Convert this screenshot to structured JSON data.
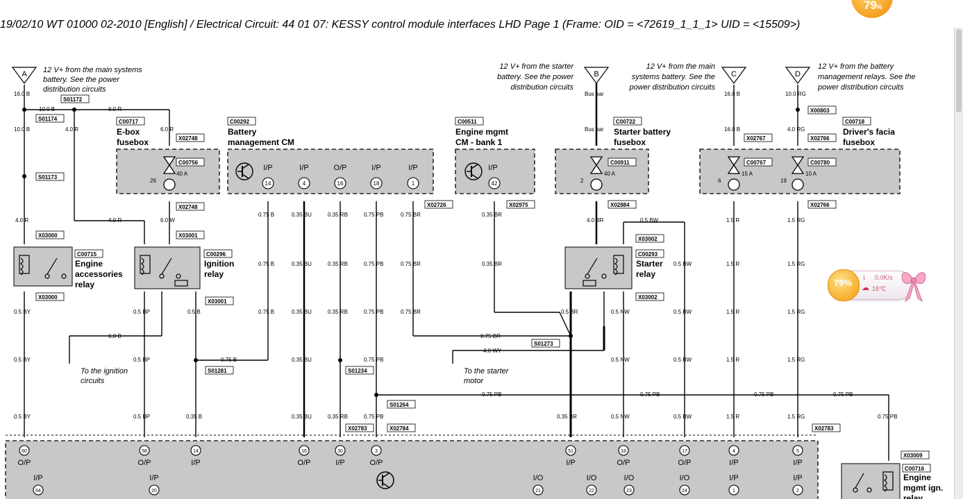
{
  "header": {
    "title": "19/02/10  WT 01000 02-2010 [English] / Electrical Circuit: 44 01 07: KESSY control module interfaces LHD  Page 1  (Frame: OID = <72619_1_1_1>  UID = <15509>)"
  },
  "overlay": {
    "top_badge": "79",
    "top_badge_suffix": "%",
    "widget_percent": "79%",
    "widget_speed": "0.0K/s",
    "widget_temp": "18℃"
  },
  "power_sources": [
    {
      "letter": "A",
      "wire": "16.0 B",
      "note": [
        "12 V+ from the main systems",
        "battery. See the power",
        "distribution circuits"
      ]
    },
    {
      "letter": "B",
      "wire": "Bus bar",
      "note": [
        "12 V+ from the starter",
        "battery. See the power",
        "distribution circuits"
      ]
    },
    {
      "letter": "C",
      "wire": "16.0 B",
      "note": [
        "12 V+ from the main",
        "systems battery. See the",
        "power distribution circuits"
      ]
    },
    {
      "letter": "D",
      "wire": "10.0 RG",
      "note": [
        "12 V+ from the battery",
        "management relays. See the",
        "power distribution circuits"
      ]
    }
  ],
  "components": {
    "ebox": {
      "code": "C00717",
      "name": [
        "E-box",
        "fusebox"
      ],
      "fuse_code": "C00756",
      "fuse_num": "26",
      "fuse_rating": "40 A",
      "conn_top": "X02748",
      "conn_bot": "X02748"
    },
    "bms": {
      "code": "C00292",
      "name": [
        "Battery",
        "management CM"
      ],
      "pins": [
        {
          "label": "I/P",
          "num": "14"
        },
        {
          "label": "I/P",
          "num": "4"
        },
        {
          "label": "O/P",
          "num": "16"
        },
        {
          "label": "I/P",
          "num": "18"
        },
        {
          "label": "I/P",
          "num": "1"
        }
      ],
      "conn": "X02726"
    },
    "ecm": {
      "code": "C00511",
      "name": [
        "Engine mgmt",
        "CM - bank 1"
      ],
      "pin_label": "I/P",
      "pin_num": "42",
      "conn": "X02975"
    },
    "starter_fusebox": {
      "code": "C00722",
      "name": [
        "Starter battery",
        "fusebox"
      ],
      "fuse_code": "C00911",
      "fuse_num": "2",
      "fuse_rating": "40 A",
      "conn": "X02884"
    },
    "driver_fusebox": {
      "code": "C00718",
      "name": [
        "Driver's facia",
        "fusebox"
      ],
      "fuse1_code": "C00767",
      "fuse1_num": "6",
      "fuse1_rating": "15 A",
      "fuse2_code": "C00780",
      "fuse2_num": "19",
      "fuse2_rating": "10 A",
      "conn_a": "X02767",
      "conn_b": "X02766",
      "conn_c": "X02766"
    },
    "eng_acc_relay": {
      "code": "C00715",
      "name": [
        "Engine",
        "accessories",
        "relay"
      ],
      "conn_top": "X03000",
      "conn_bot": "X03000"
    },
    "ign_relay": {
      "code": "C00296",
      "name": [
        "Ignition",
        "relay"
      ],
      "conn_top": "X03001",
      "conn_bot": "X03001"
    },
    "starter_relay": {
      "code": "C00293",
      "name": [
        "Starter",
        "relay"
      ],
      "conn_top": "X03002",
      "conn_bot": "X03002"
    },
    "emi_relay": {
      "code": "C00716",
      "name": [
        "Engine",
        "mgmt ign.",
        "relay"
      ],
      "conn": "X03009"
    }
  },
  "splices": [
    "S01172",
    "S01174",
    "S01173",
    "S01281",
    "S01234",
    "S01264",
    "S01273",
    "X00803"
  ],
  "kessy_pins_top": [
    {
      "num": "60",
      "label": "O/P"
    },
    {
      "num": "58",
      "label": "O/P"
    },
    {
      "num": "14",
      "label": "I/P"
    },
    {
      "num": "16",
      "label": "O/P"
    },
    {
      "num": "30",
      "label": "I/P"
    },
    {
      "num": "3",
      "label": "O/P"
    },
    {
      "num": "51",
      "label": "I/P"
    },
    {
      "num": "18",
      "label": "O/P"
    },
    {
      "num": "17",
      "label": "O/P"
    },
    {
      "num": "4",
      "label": "I/P"
    },
    {
      "num": "5",
      "label": "I/P"
    }
  ],
  "kessy_pins_bottom": [
    {
      "num": "64",
      "label": "I/P"
    },
    {
      "num": "20",
      "label": "I/P"
    },
    {
      "num": "21",
      "label": "I/O"
    },
    {
      "num": "22",
      "label": "I/O"
    },
    {
      "num": "23",
      "label": "I/O"
    },
    {
      "num": "24",
      "label": "I/O"
    },
    {
      "num": "1",
      "label": "I/P"
    },
    {
      "num": "2",
      "label": "I/P"
    }
  ],
  "kessy_connectors": [
    "X02783",
    "X02784",
    "X02783"
  ],
  "text_notes": {
    "ignition": [
      "To the ignition",
      "circuits"
    ],
    "starter": [
      "To the starter",
      "motor"
    ]
  },
  "wire_labels": {
    "w10B": "10.0 B",
    "w6R": "6.0 R",
    "w4R": "4.0 R",
    "w6W": "6.0 W",
    "w6B": "6.0 B",
    "w05BY": "0.5 BY",
    "w05BP": "0.5 BP",
    "w05B": "0.5 B",
    "w035B": "0.35 B",
    "w075B": "0.75 B",
    "w035BU": "0.35 BU",
    "w035RB": "0.35 RB",
    "w075PB": "0.75 PB",
    "w075BR": "0.75 BR",
    "w035BR": "0.35 BR",
    "w4BR": "4.0 BR",
    "w4WY": "4.0 WY",
    "w05BR": "0.5 BR",
    "w05NW": "0.5 NW",
    "w05BW": "0.5 BW",
    "w15R": "1.5 R",
    "w15RG": "1.5 RG",
    "w16B": "16.0 B",
    "w4RG": "4.0 RG",
    "w0035BR": "0.35 BR",
    "w40R": "4.0 R",
    "busbar": "Bus bar"
  }
}
